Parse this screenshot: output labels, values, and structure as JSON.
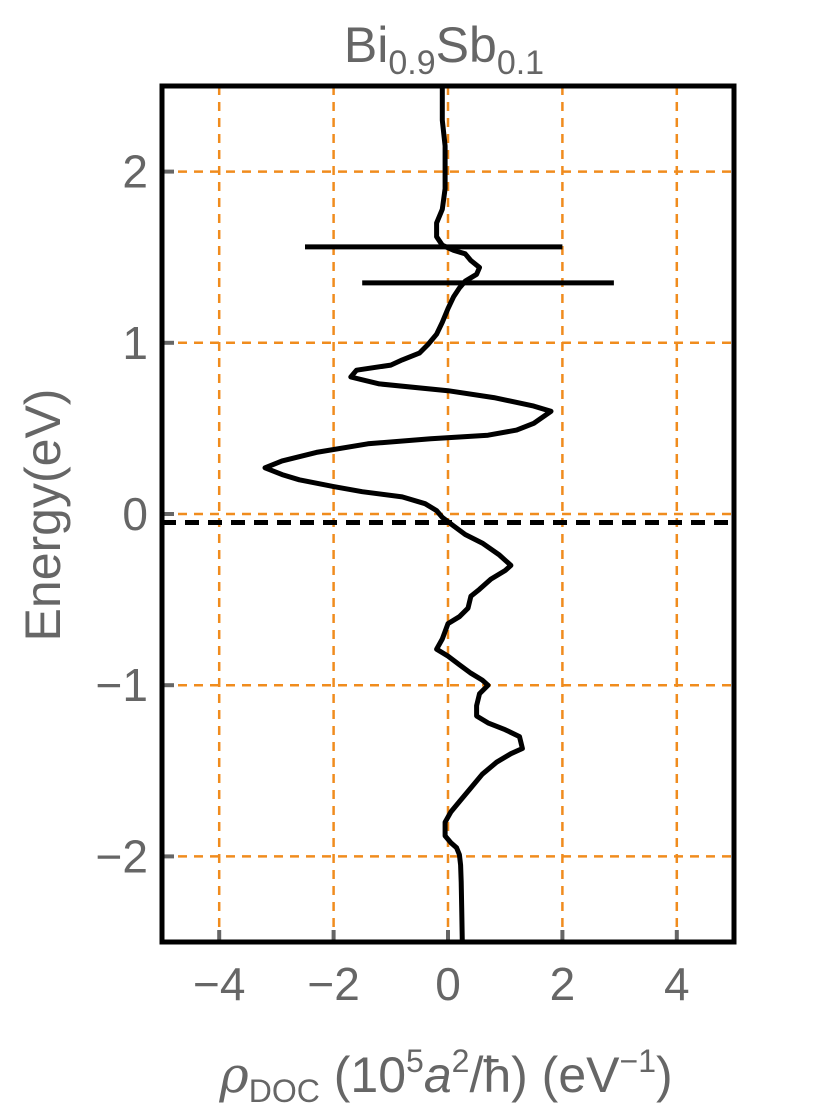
{
  "chart_data": {
    "type": "line",
    "title": {
      "main": "Bi",
      "sub1": "0.9",
      "mid": "Sb",
      "sub2": "0.1"
    },
    "xlabel": {
      "rho": "ρ",
      "rho_sub": "DOC",
      "open": " (10",
      "exp5": "5",
      "a": "a",
      "exp2": "2",
      "hbar": "/ħ",
      "tail": ") (eV",
      "exp_neg1": "−1",
      "close": ")"
    },
    "ylabel": "Energy(eV)",
    "xlim": [
      -5,
      5
    ],
    "ylim": [
      -2.5,
      2.5
    ],
    "xticks": [
      -4,
      -2,
      0,
      2,
      4
    ],
    "xtick_labels": [
      "−4",
      "−2",
      "0",
      "2",
      "4"
    ],
    "yticks": [
      -2,
      -1,
      0,
      1,
      2
    ],
    "ytick_labels": [
      "−2",
      "−1",
      "0",
      "1",
      "2"
    ],
    "grid": {
      "style": "dashed",
      "color": "#f08c1e",
      "x": [
        -4,
        -2,
        0,
        2,
        4
      ],
      "y": [
        -2,
        -1,
        0,
        1,
        2
      ]
    },
    "fermi_level": -0.05,
    "series": [
      {
        "color": "#000000",
        "points": [
          [
            0.25,
            -2.5
          ],
          [
            0.24,
            -2.3
          ],
          [
            0.23,
            -2.15
          ],
          [
            0.22,
            -2.05
          ],
          [
            0.2,
            -1.99
          ],
          [
            0.15,
            -1.95
          ],
          [
            0.05,
            -1.92
          ],
          [
            -0.05,
            -1.88
          ],
          [
            -0.05,
            -1.8
          ],
          [
            0.05,
            -1.74
          ],
          [
            0.2,
            -1.68
          ],
          [
            0.4,
            -1.6
          ],
          [
            0.6,
            -1.52
          ],
          [
            0.85,
            -1.45
          ],
          [
            1.1,
            -1.4
          ],
          [
            1.3,
            -1.37
          ],
          [
            1.25,
            -1.3
          ],
          [
            1.0,
            -1.26
          ],
          [
            0.7,
            -1.22
          ],
          [
            0.5,
            -1.18
          ],
          [
            0.5,
            -1.12
          ],
          [
            0.55,
            -1.05
          ],
          [
            0.7,
            -1.0
          ],
          [
            0.6,
            -0.97
          ],
          [
            0.4,
            -0.93
          ],
          [
            0.2,
            -0.88
          ],
          [
            0.0,
            -0.83
          ],
          [
            -0.2,
            -0.79
          ],
          [
            -0.1,
            -0.73
          ],
          [
            0.0,
            -0.64
          ],
          [
            0.2,
            -0.6
          ],
          [
            0.35,
            -0.55
          ],
          [
            0.4,
            -0.48
          ],
          [
            0.55,
            -0.44
          ],
          [
            0.75,
            -0.38
          ],
          [
            1.0,
            -0.33
          ],
          [
            1.1,
            -0.3
          ],
          [
            0.9,
            -0.24
          ],
          [
            0.6,
            -0.17
          ],
          [
            0.3,
            -0.12
          ],
          [
            0.1,
            -0.07
          ],
          [
            -0.1,
            -0.02
          ],
          [
            -0.2,
            0.02
          ],
          [
            -0.4,
            0.06
          ],
          [
            -0.8,
            0.1
          ],
          [
            -1.5,
            0.13
          ],
          [
            -2.0,
            0.16
          ],
          [
            -2.6,
            0.2
          ],
          [
            -2.9,
            0.23
          ],
          [
            -3.2,
            0.27
          ],
          [
            -2.9,
            0.31
          ],
          [
            -2.3,
            0.36
          ],
          [
            -1.4,
            0.41
          ],
          [
            -0.3,
            0.44
          ],
          [
            0.7,
            0.46
          ],
          [
            1.2,
            0.49
          ],
          [
            1.5,
            0.53
          ],
          [
            1.8,
            0.6
          ],
          [
            1.5,
            0.63
          ],
          [
            0.8,
            0.68
          ],
          [
            0.0,
            0.72
          ],
          [
            -1.2,
            0.76
          ],
          [
            -1.7,
            0.8
          ],
          [
            -1.6,
            0.84
          ],
          [
            -1.0,
            0.87
          ],
          [
            -0.8,
            0.9
          ],
          [
            -0.5,
            0.94
          ],
          [
            -0.35,
            0.99
          ],
          [
            -0.2,
            1.05
          ],
          [
            -0.1,
            1.12
          ],
          [
            0.0,
            1.2
          ],
          [
            0.1,
            1.27
          ],
          [
            0.2,
            1.32
          ],
          [
            0.3,
            1.36
          ],
          [
            0.5,
            1.4
          ],
          [
            0.55,
            1.44
          ],
          [
            0.4,
            1.48
          ],
          [
            0.3,
            1.52
          ],
          [
            0.1,
            1.54
          ],
          [
            -0.1,
            1.57
          ],
          [
            -0.2,
            1.62
          ],
          [
            -0.2,
            1.7
          ],
          [
            -0.1,
            1.78
          ],
          [
            -0.05,
            1.9
          ],
          [
            -0.05,
            2.0
          ],
          [
            -0.05,
            2.15
          ],
          [
            -0.1,
            2.3
          ],
          [
            -0.1,
            2.5
          ]
        ]
      }
    ],
    "spikes": [
      {
        "y": 1.56,
        "x1": -2.5,
        "x2": 2.0
      },
      {
        "y": 1.35,
        "x1": -1.5,
        "x2": 2.9
      }
    ]
  }
}
